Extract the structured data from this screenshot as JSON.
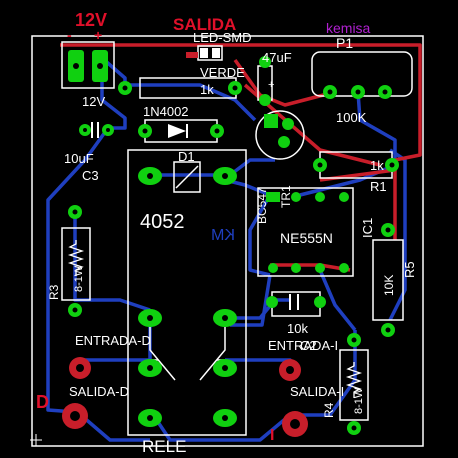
{
  "board": {
    "colors": {
      "background": "#000000",
      "bottom_copper": "#1f3fbf",
      "top_copper": "#c81e2a",
      "silkscreen": "#ffffff",
      "pad": "#10d010",
      "pad_hole": "#000000",
      "red_text": "#e0102a",
      "purple_text": "#b020d0"
    },
    "labels": {
      "power_12v_red": "12V",
      "power_minus": "-",
      "power_plus": "+",
      "power_12v_white": "12V",
      "salida_red": "SALIDA",
      "led_smd": "LED-SMD",
      "verde": "VERDE",
      "cap_47uf": "47uF",
      "kemisa": "kemisa",
      "p1": "P1",
      "pot_100k": "100K",
      "r_1k_top": "1k",
      "diode_1n4002": "1N4002",
      "d1": "D1",
      "cap_10uf": "10uF",
      "c3": "C3",
      "transistor_bc547": "BC547",
      "tr1": "TR1",
      "r1_val": "1k",
      "r1": "R1",
      "relay_4052": "4052",
      "km_mirror": "KM",
      "ne555n": "NE555N",
      "ic1": "IC1",
      "r3": "R3",
      "r3_val": "8-1W",
      "r5": "R5",
      "r5_val": "10K",
      "cap_10k": "10k",
      "c2": "C2",
      "entrada_d": "ENTRADA-D",
      "entrada_i": "ENTRADA-I",
      "salida_d": "SALIDA-D",
      "salida_i": "SALIDA-I",
      "r4": "R4",
      "r4_val": "8-1W",
      "d_red": "D",
      "i_red": "I",
      "rele": "RELE",
      "plus_marker": "+"
    }
  }
}
